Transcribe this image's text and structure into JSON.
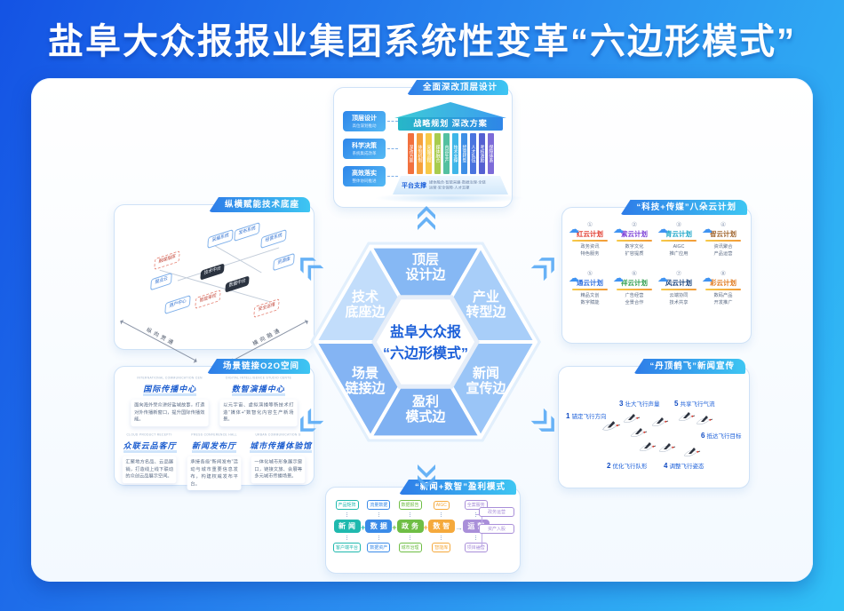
{
  "header": {
    "title": "盐阜大众报报业集团系统性变革“六边形模式”"
  },
  "palette": {
    "page_gradient": [
      "#1453E4",
      "#31C1F6"
    ],
    "tab_gradient": [
      "#2E7CE8",
      "#3EC6F2"
    ],
    "hexagon_text": "#1B5FD9",
    "arrow_blue": "#58AAF5"
  },
  "hexagon": {
    "center_line1": "盐阜大众报",
    "center_line2": "“六边形模式”",
    "edges": [
      {
        "line1": "顶层",
        "line2": "设计边"
      },
      {
        "line1": "产业",
        "line2": "转型边"
      },
      {
        "line1": "新闻",
        "line2": "宣传边"
      },
      {
        "line1": "盈利",
        "line2": "模式边"
      },
      {
        "line1": "场景",
        "line2": "链接边"
      },
      {
        "line1": "技术",
        "line2": "底座边"
      }
    ]
  },
  "cards": {
    "top": {
      "tab": "全面深改顶层设计",
      "roof": "战略规划 深改方案",
      "left_boxes": [
        {
          "title": "顶层设计",
          "sub": "高位谋划推动"
        },
        {
          "title": "科学决策",
          "sub": "系统集成改革"
        },
        {
          "title": "高效落实",
          "sub": "整体协同推进"
        }
      ],
      "pillars": [
        {
          "label": "深改方案"
        },
        {
          "label": "体制机制"
        },
        {
          "label": "采编流程"
        },
        {
          "label": "媒体融合"
        },
        {
          "label": "内容生产"
        },
        {
          "label": "技术支撑"
        },
        {
          "label": "经营转型"
        },
        {
          "label": "人才队伍"
        },
        {
          "label": "考核激励"
        },
        {
          "label": "保障体系"
        }
      ],
      "base_label": "平台支撑",
      "base_text": "媒体融合·智能采编·数据治理·全链运营·安全保障·人才支撑"
    },
    "tech": {
      "tab": "纵横赋能技术底座",
      "top_nodes": [
        {
          "label": "采编系统"
        },
        {
          "label": "发布系统"
        },
        {
          "label": "经营系统"
        }
      ],
      "bar_nodes": [
        {
          "label": "技术中台"
        },
        {
          "label": "数据中台"
        }
      ],
      "red_nodes": [
        {
          "label": "融媒指挥"
        },
        {
          "label": "智能审校"
        },
        {
          "label": "安全运维"
        }
      ],
      "blue_nodes": [
        {
          "label": "报业云"
        },
        {
          "label": "用户中心"
        },
        {
          "label": "资源库"
        }
      ],
      "axis_left": "纵向贯通",
      "axis_right": "横向融通"
    },
    "clouds": {
      "tab": "“科技+传媒”八朵云计划",
      "cloud_icon": "☁",
      "items": [
        {
          "num": "①",
          "title": "红云计划",
          "line1": "政务资讯",
          "line2": "特色服务"
        },
        {
          "num": "②",
          "title": "紫云计划",
          "line1": "数字文化",
          "line2": "扩容提质"
        },
        {
          "num": "③",
          "title": "青云计划",
          "line1": "AIGC",
          "line2": "推广应用"
        },
        {
          "num": "④",
          "title": "智云计划",
          "line1": "资讯聚合",
          "line2": "产品运营"
        },
        {
          "num": "⑤",
          "title": "通云计划",
          "line1": "精品文创",
          "line2": "数字赋能"
        },
        {
          "num": "⑥",
          "title": "祥云计划",
          "line1": "广告经营",
          "line2": "全景合作"
        },
        {
          "num": "⑦",
          "title": "风云计划",
          "line1": "云端协同",
          "line2": "技术共享"
        },
        {
          "num": "⑧",
          "title": "彩云计划",
          "line1": "数码产品",
          "line2": "开发推广"
        }
      ]
    },
    "o2o": {
      "tab": "场景链接O2O空间",
      "sections": [
        {
          "en": "INTERNATIONAL COMMUNICATION CENTER",
          "title": "国际传播中心",
          "text": "面向海外受众讲好盐城故事，打造对外传播新窗口，提升国际传播效能。"
        },
        {
          "en": "DIGITAL INTELLIGENCE STUDIO CENTER",
          "title": "数智演播中心",
          "text": "以元宇宙、虚拟演播等新技术打造“媒体+”数智化内容生产新场景。"
        },
        {
          "en": "CLOUD PRODUCT RECEPTION HALL",
          "title": "众联云品客厅",
          "text": "汇聚地方名品、云品展销，打造线上线下联动的众创云品展示空间。"
        },
        {
          "en": "PRESS CONFERENCE HALL",
          "title": "新闻发布厅",
          "text": "承接各级“新闻发布”活动与城市重要信息发布，构建权威发布平台。"
        },
        {
          "en": "URBAN COMMUNICATION SPACE",
          "title": "城市传播体验馆",
          "text": "一体化城市形象展示窗口，链接文旅、会展等多元城市传播场景。"
        }
      ]
    },
    "cranes": {
      "tab": "“丹顶鹤飞”新闻宣传",
      "labels": [
        {
          "num": "1",
          "text": "锚定飞行方向"
        },
        {
          "num": "2",
          "text": "优化飞行队形"
        },
        {
          "num": "3",
          "text": "壮大飞行声量"
        },
        {
          "num": "4",
          "text": "调整飞行姿态"
        },
        {
          "num": "5",
          "text": "共享飞行气流"
        },
        {
          "num": "6",
          "text": "抵达飞行目标"
        }
      ]
    },
    "profit": {
      "tab": "“新闻+数智”盈利模式",
      "top_boxes": [
        {
          "label": "产品矩阵"
        },
        {
          "label": "流量数据"
        },
        {
          "label": "数据报告"
        },
        {
          "label": "AIGC"
        },
        {
          "label": "全案服务"
        }
      ],
      "blocks": [
        {
          "label": "新闻"
        },
        {
          "label": "数据"
        },
        {
          "label": "政务"
        },
        {
          "label": "数智"
        },
        {
          "label": "运营"
        }
      ],
      "connectors": [
        {
          "sym": "+"
        },
        {
          "sym": "+"
        },
        {
          "sym": "+"
        },
        {
          "sym": "→"
        }
      ],
      "bottom_boxes": [
        {
          "label": "客户端平台"
        },
        {
          "label": "数据资产"
        },
        {
          "label": "城市治理"
        },
        {
          "label": "智能库"
        },
        {
          "label": "项目运营"
        }
      ],
      "right_boxes": [
        {
          "label": "政务运营"
        },
        {
          "label": "资产入股"
        }
      ]
    }
  }
}
